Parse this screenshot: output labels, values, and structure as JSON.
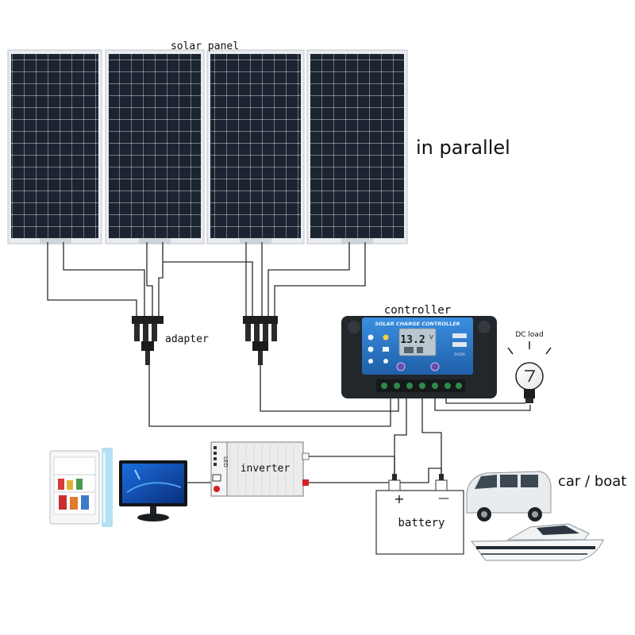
{
  "labels": {
    "solar_panel": "solar panel",
    "in_parallel": "in parallel",
    "adapter": "adapter",
    "controller": "controller",
    "dc_load": "DC load",
    "inverter": "inverter",
    "battery": "battery",
    "car_boat": "car / boat"
  },
  "controller_screen": {
    "header": "SOLAR CHARGE CONTROLLER",
    "display_value": "13.2",
    "display_unit": "V",
    "usb_label": "5V/2A"
  },
  "battery_terminals": {
    "positive": "+",
    "negative": "—"
  },
  "inverter_box": {
    "side_label": "LED"
  },
  "colors": {
    "panel_cell": "#1c2431",
    "panel_frame": "#e8ecef",
    "controller_body": "#22272b",
    "controller_face": "#2f7fd0",
    "lcd": "#b9c7cf",
    "wire": "#2a2a2a",
    "red_terminal": "#d81f1f",
    "inverter_body": "#ececec"
  }
}
